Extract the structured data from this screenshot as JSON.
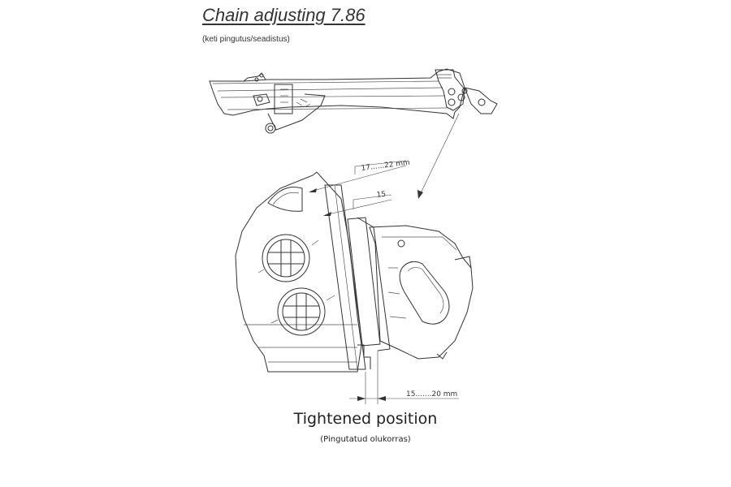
{
  "title": "Chain adjusting 7.86",
  "subtitle": "(keti pingutus/seadistus)",
  "dimensions": {
    "top": "17......22 mm",
    "middle": "15",
    "bottom": "15.......20 mm"
  },
  "caption": "Tightened position",
  "caption_sub": "(Pingutatud olukorras)"
}
